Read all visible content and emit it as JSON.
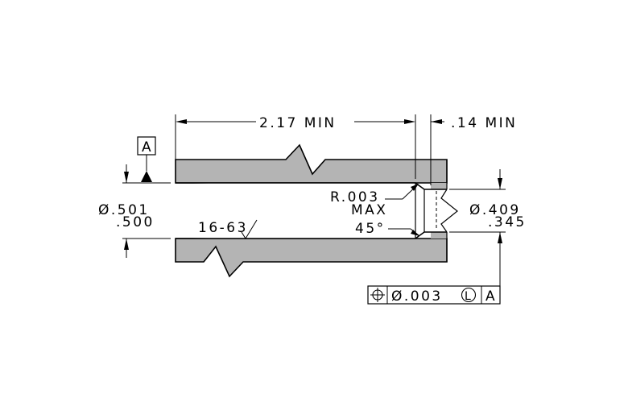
{
  "dimensions": {
    "length_min": "2.17 MIN",
    "counterbore_min": ".14 MIN",
    "bore_dia_upper": "Ø.501",
    "bore_dia_lower": ".500",
    "hole_dia_upper": "Ø.409",
    "hole_dia_lower": ".345",
    "radius_line1": "R.003",
    "radius_line2": "MAX",
    "chamfer_angle": "45°",
    "surface_finish": "16-63"
  },
  "datum": {
    "label": "A"
  },
  "feature_control_frame": {
    "symbol": "position-icon",
    "tolerance": "Ø.003",
    "modifier": "L",
    "datum_ref": "A"
  }
}
